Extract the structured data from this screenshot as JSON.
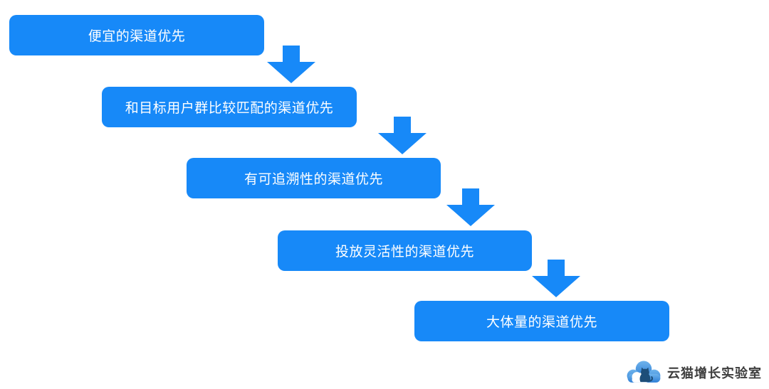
{
  "page": {
    "background_color": "#FFFFFF"
  },
  "diagram": {
    "type": "staircase-flow",
    "accent_color": "#1789F8",
    "step_text_color": "#FFFFFF",
    "steps": [
      {
        "label": "便宜的渠道优先"
      },
      {
        "label": "和目标用户群比较匹配的渠道优先"
      },
      {
        "label": "有可追溯性的渠道优先"
      },
      {
        "label": "投放灵活性的渠道优先"
      },
      {
        "label": "大体量的渠道优先"
      }
    ],
    "connector": "down-arrow"
  },
  "branding": {
    "name": "云猫增长实验室",
    "text_color": "#3D3D3D",
    "logo": "cloud-cat-icon",
    "logo_colors": {
      "cloud_light": "#6FB3EC",
      "cloud_dark": "#2E7FD6",
      "inner_cloud": "#FFFFFF",
      "cat": "#1D4E79"
    }
  }
}
